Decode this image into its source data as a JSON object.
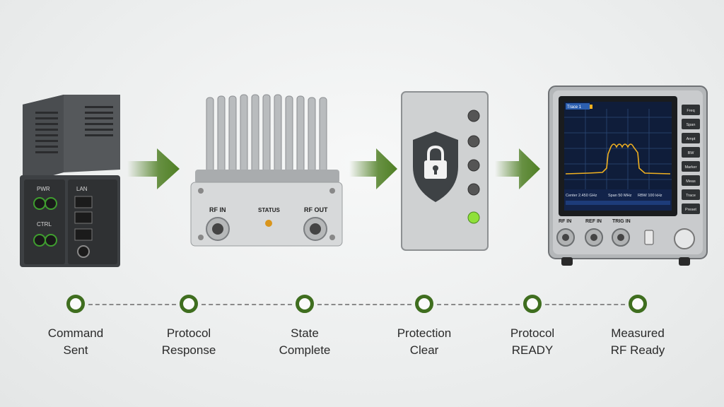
{
  "devices": {
    "controller": {
      "port1": "PWR",
      "port2": "CTRL",
      "port3": "LAN"
    },
    "amplifier": {
      "in_label": "RF IN",
      "status_label": "STATUS",
      "out_label": "RF OUT"
    },
    "protection": {
      "icon": "lock-shield-icon"
    },
    "analyzer": {
      "tab": "Trace 1",
      "readout_left": "Center 2.450 GHz",
      "readout_mid": "Span 50 MHz",
      "readout_right": "RBW 100 kHz",
      "softkeys": [
        "Freq",
        "Span",
        "Ampt",
        "BW",
        "Marker",
        "Meas",
        "Trace",
        "Preset"
      ],
      "ports": [
        "RF IN",
        "REF IN",
        "TRIG IN"
      ]
    }
  },
  "steps": [
    {
      "line1": "Command",
      "line2": "Sent"
    },
    {
      "line1": "Protocol",
      "line2": "Response"
    },
    {
      "line1": "State",
      "line2": "Complete"
    },
    {
      "line1": "Protection",
      "line2": "Clear"
    },
    {
      "line1": "Protocol",
      "line2": "READY"
    },
    {
      "line1": "Measured",
      "line2": "RF Ready"
    }
  ],
  "colors": {
    "accent_green": "#3f6e1f",
    "arrow_green": "#4f7f24",
    "led_green": "#8fe03a",
    "trace": "#f0b020"
  }
}
